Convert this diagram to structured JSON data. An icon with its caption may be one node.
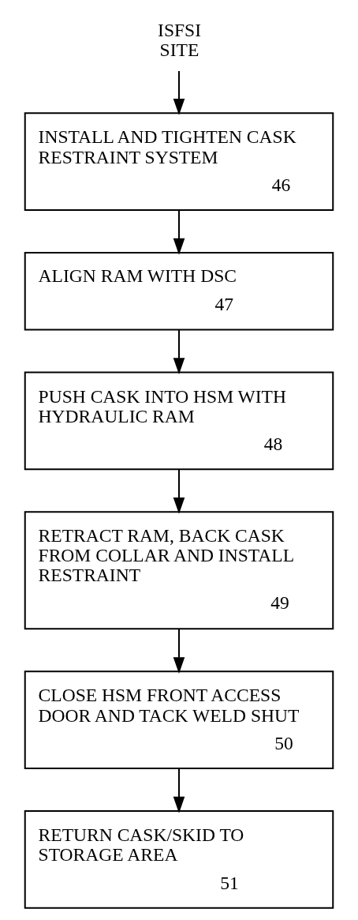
{
  "diagram": {
    "nodes": [
      {
        "text": [
          "ISFSI SITE"
        ]
      },
      {
        "text": [
          "INSTALL AND TIGHTEN CASK RESTRAINT SYSTEM",
          "46"
        ]
      },
      {
        "text": [
          "ALIGN RAM WITH DSC",
          "47"
        ]
      },
      {
        "text": [
          "PUSH CASK INTO HSM WITH HYDRAULIC RAM",
          "48"
        ]
      },
      {
        "text": [
          "RETRACT RAM, BACK CASK FROM COLLAR AND INSTALL RESTRAINT",
          "49"
        ]
      },
      {
        "text": [
          "CLOSE HSM FRONT ACCESS DOOR AND TACK WELD SHUT",
          "50"
        ]
      },
      {
        "text": [
          "RETURN CASK/SKID TO STORAGE AREA",
          "51"
        ]
      }
    ],
    "edges": [
      {
        "from": 0,
        "to": 1,
        "arrow": "to"
      },
      {
        "from": 1,
        "to": 2,
        "arrow": "to"
      },
      {
        "from": 2,
        "to": 3,
        "arrow": "to"
      },
      {
        "from": 3,
        "to": 4,
        "arrow": "to"
      },
      {
        "from": 4,
        "to": 5,
        "arrow": "to"
      },
      {
        "from": 5,
        "to": 6,
        "arrow": "to"
      }
    ]
  }
}
